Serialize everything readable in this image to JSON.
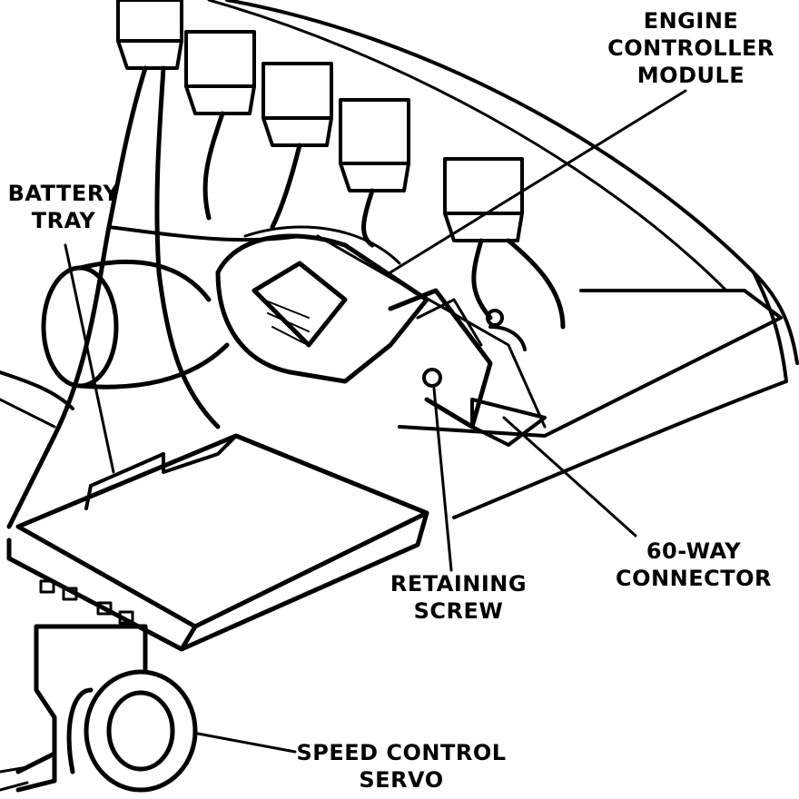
{
  "labels": {
    "engine_controller_module": [
      "ENGINE",
      "CONTROLLER",
      "MODULE"
    ],
    "battery_tray": [
      "BATTERY",
      "TRAY"
    ],
    "sixty_way_connector": [
      "60-WAY",
      "CONNECTOR"
    ],
    "retaining_screw": [
      "RETAINING",
      "SCREW"
    ],
    "speed_control_servo": [
      "SPEED CONTROL",
      "SERVO"
    ]
  },
  "colors": {
    "ink": "#000000",
    "paper": "#ffffff"
  }
}
